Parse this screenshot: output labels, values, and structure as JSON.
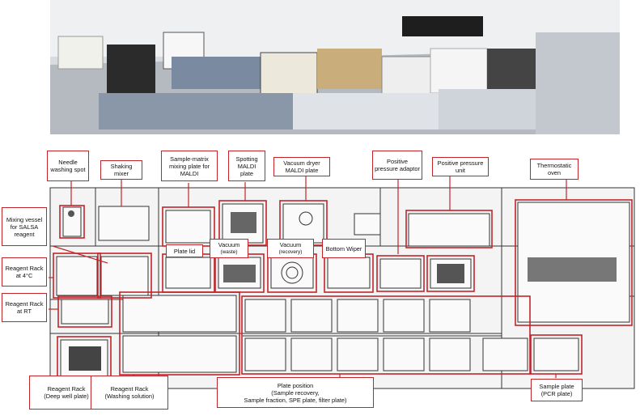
{
  "labels": {
    "needle_washing": "Needle washing spot",
    "shaking_mixer": "Shaking mixer",
    "sample_matrix": "Sample-matrix mixing plate for MALDI",
    "spotting_maldi": "Spotting MALDI plate",
    "vacuum_dryer": "Vacuum dryer MALDI plate",
    "positive_pressure_adaptor": "Positive pressure adaptor",
    "positive_pressure_unit": "Positive pressure unit",
    "thermostatic_oven": "Thermostatic oven",
    "mixing_vessel": "Mixing vessel for SALSA reagent",
    "plate_lid": "Plate lid",
    "vacuum_waste_title": "Vacuum",
    "vacuum_waste_sub": "(waste)",
    "vacuum_recovery_title": "Vacuum",
    "vacuum_recovery_sub": "(recovery)",
    "bottom_wiper": "Bottom Wiper",
    "reagent_rack_4c": "Reagent Rack at 4°C",
    "reagent_rack_rt": "Reagent Rack at RT",
    "reagent_deep_title": "Reagent Rack",
    "reagent_deep_sub": "(Deep well plate)",
    "reagent_wash_title": "Reagent Rack",
    "reagent_wash_sub": "(Washing solution)",
    "plate_position_title": "Plate position",
    "plate_position_sub1": "(Sample recovery,",
    "plate_position_sub2": "Sample fraction, SPE plate, filter plate)",
    "sample_plate_title": "Sample plate",
    "sample_plate_sub": "(PCR plate)"
  },
  "colors": {
    "highlight": "#c0252a",
    "outline": "#333333",
    "deck_fill": "#f4f4f4"
  }
}
